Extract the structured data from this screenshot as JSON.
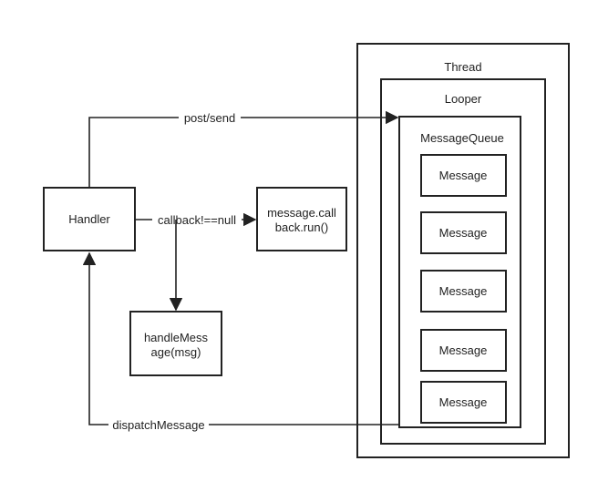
{
  "diagram": {
    "thread": {
      "label": "Thread"
    },
    "looper": {
      "label": "Looper"
    },
    "message_queue": {
      "label": "MessageQueue",
      "messages": [
        "Message",
        "Message",
        "Message",
        "Message",
        "Message"
      ]
    },
    "handler": {
      "label": "Handler"
    },
    "callback_run": {
      "line1": "message.call",
      "line2": "back.run()"
    },
    "handle_message": {
      "line1": "handleMess",
      "line2": "age(msg)"
    },
    "edges": {
      "post_send": "post/send",
      "callback_check": "callback!==null",
      "dispatch": "dispatchMessage"
    },
    "colors": {
      "stroke": "#222222",
      "background": "#ffffff"
    }
  }
}
